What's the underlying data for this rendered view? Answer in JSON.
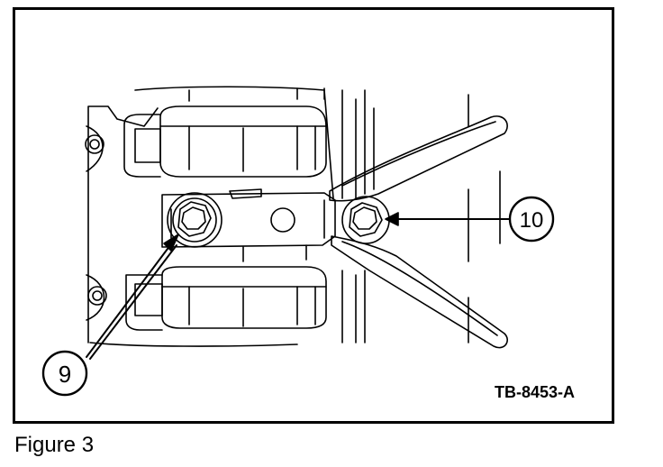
{
  "figure": {
    "caption": "Figure 3",
    "code": "TB-8453-A",
    "callouts": [
      {
        "id": "9",
        "label": "9"
      },
      {
        "id": "10",
        "label": "10"
      }
    ]
  }
}
